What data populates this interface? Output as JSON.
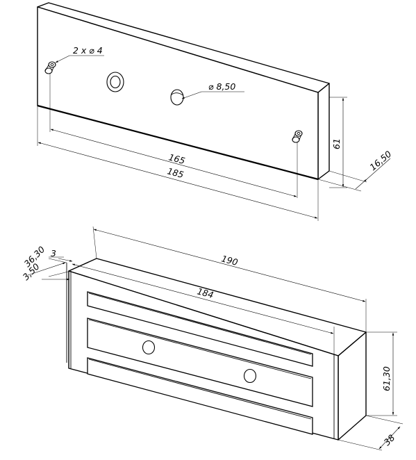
{
  "top_view": {
    "pin_label": "2 x ⌀ 4",
    "hole_label": "⌀ 8,50",
    "height_label": "61",
    "thickness_label": "16,50",
    "pin_spacing_label": "165",
    "length_label": "185"
  },
  "bottom_view": {
    "width_label": "190",
    "inner_width_label": "184",
    "height_label": "61,30",
    "depth_label": "38",
    "offset_3_label": "3",
    "offset_36_label": "36,30",
    "offset_350_label": "3,50"
  }
}
